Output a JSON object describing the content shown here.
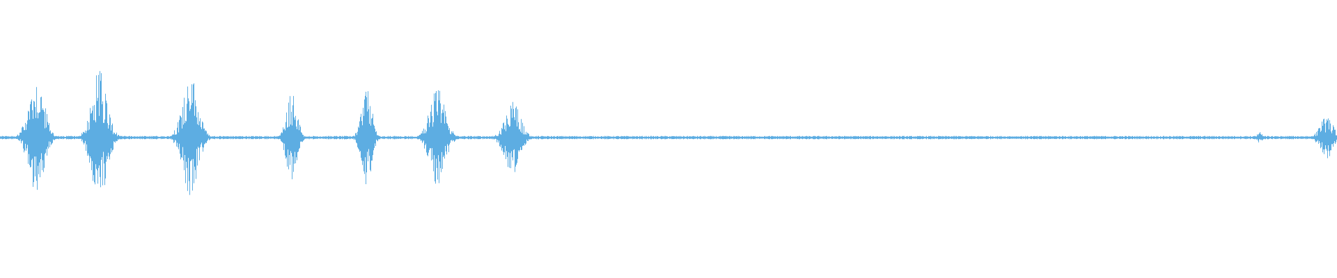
{
  "waveform": {
    "color": "#5dade2",
    "baseline_noise": 0.012,
    "bursts": [
      {
        "center": 0.027,
        "half_width": 0.012,
        "up": 0.44,
        "down": 0.4
      },
      {
        "center": 0.074,
        "half_width": 0.012,
        "up": 0.48,
        "down": 0.45
      },
      {
        "center": 0.142,
        "half_width": 0.012,
        "up": 0.44,
        "down": 0.42
      },
      {
        "center": 0.218,
        "half_width": 0.008,
        "up": 0.33,
        "down": 0.32
      },
      {
        "center": 0.274,
        "half_width": 0.008,
        "up": 0.36,
        "down": 0.34
      },
      {
        "center": 0.327,
        "half_width": 0.012,
        "up": 0.35,
        "down": 0.35
      },
      {
        "center": 0.383,
        "half_width": 0.012,
        "up": 0.26,
        "down": 0.27
      },
      {
        "center": 0.942,
        "half_width": 0.004,
        "up": 0.04,
        "down": 0.04
      },
      {
        "center": 0.992,
        "half_width": 0.01,
        "up": 0.15,
        "down": 0.15
      }
    ]
  }
}
